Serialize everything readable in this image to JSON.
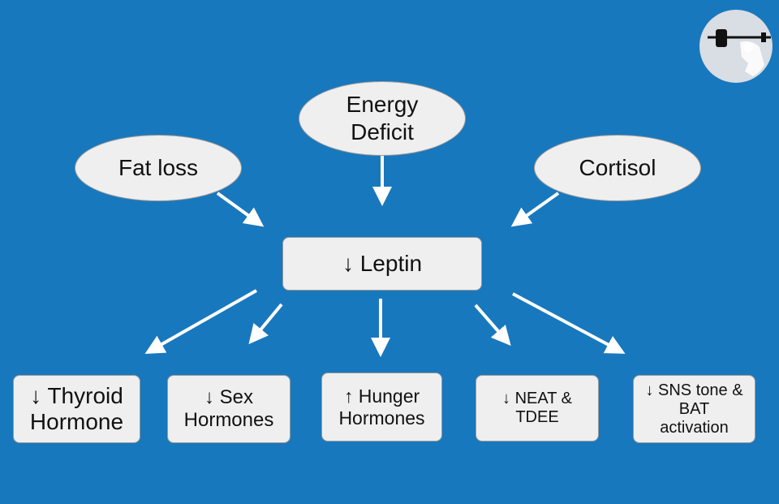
{
  "colors": {
    "background": "#1878bd",
    "node_fill": "#efefef",
    "node_border": "#9a9a9a",
    "arrow": "#ffffff"
  },
  "causes": {
    "fat_loss": "Fat loss",
    "energy_deficit": "Energy Deficit",
    "cortisol": "Cortisol"
  },
  "center": {
    "leptin": "↓ Leptin"
  },
  "effects": {
    "thyroid": "↓ Thyroid Hormone",
    "sex": "↓ Sex Hormones",
    "hunger": "↑ Hunger Hormones",
    "neat": "↓ NEAT & TDEE",
    "sns": "↓ SNS tone & BAT activation"
  },
  "logo": {
    "icon": "weightlifter-icon"
  }
}
